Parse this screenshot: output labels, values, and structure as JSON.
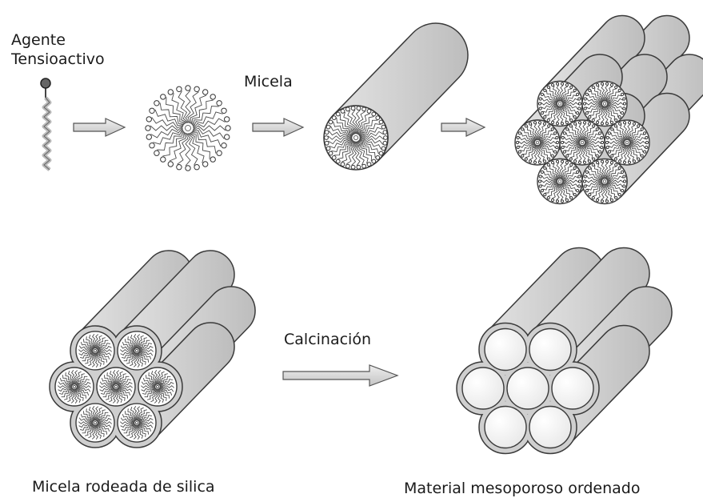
{
  "labels": {
    "agent_line1": "Agente",
    "agent_line2": "Tensioactivo",
    "micelle": "Micela",
    "calcination": "Calcinación",
    "surrounded": "Micela rodeada de silica",
    "ordered": "Material mesoporoso ordenado"
  },
  "colors": {
    "tube_fill": "#d2d2d2",
    "tube_stroke": "#3a3a3a",
    "arrow_fill": "#d9d9d9",
    "pore_fill": "#ffffff"
  }
}
